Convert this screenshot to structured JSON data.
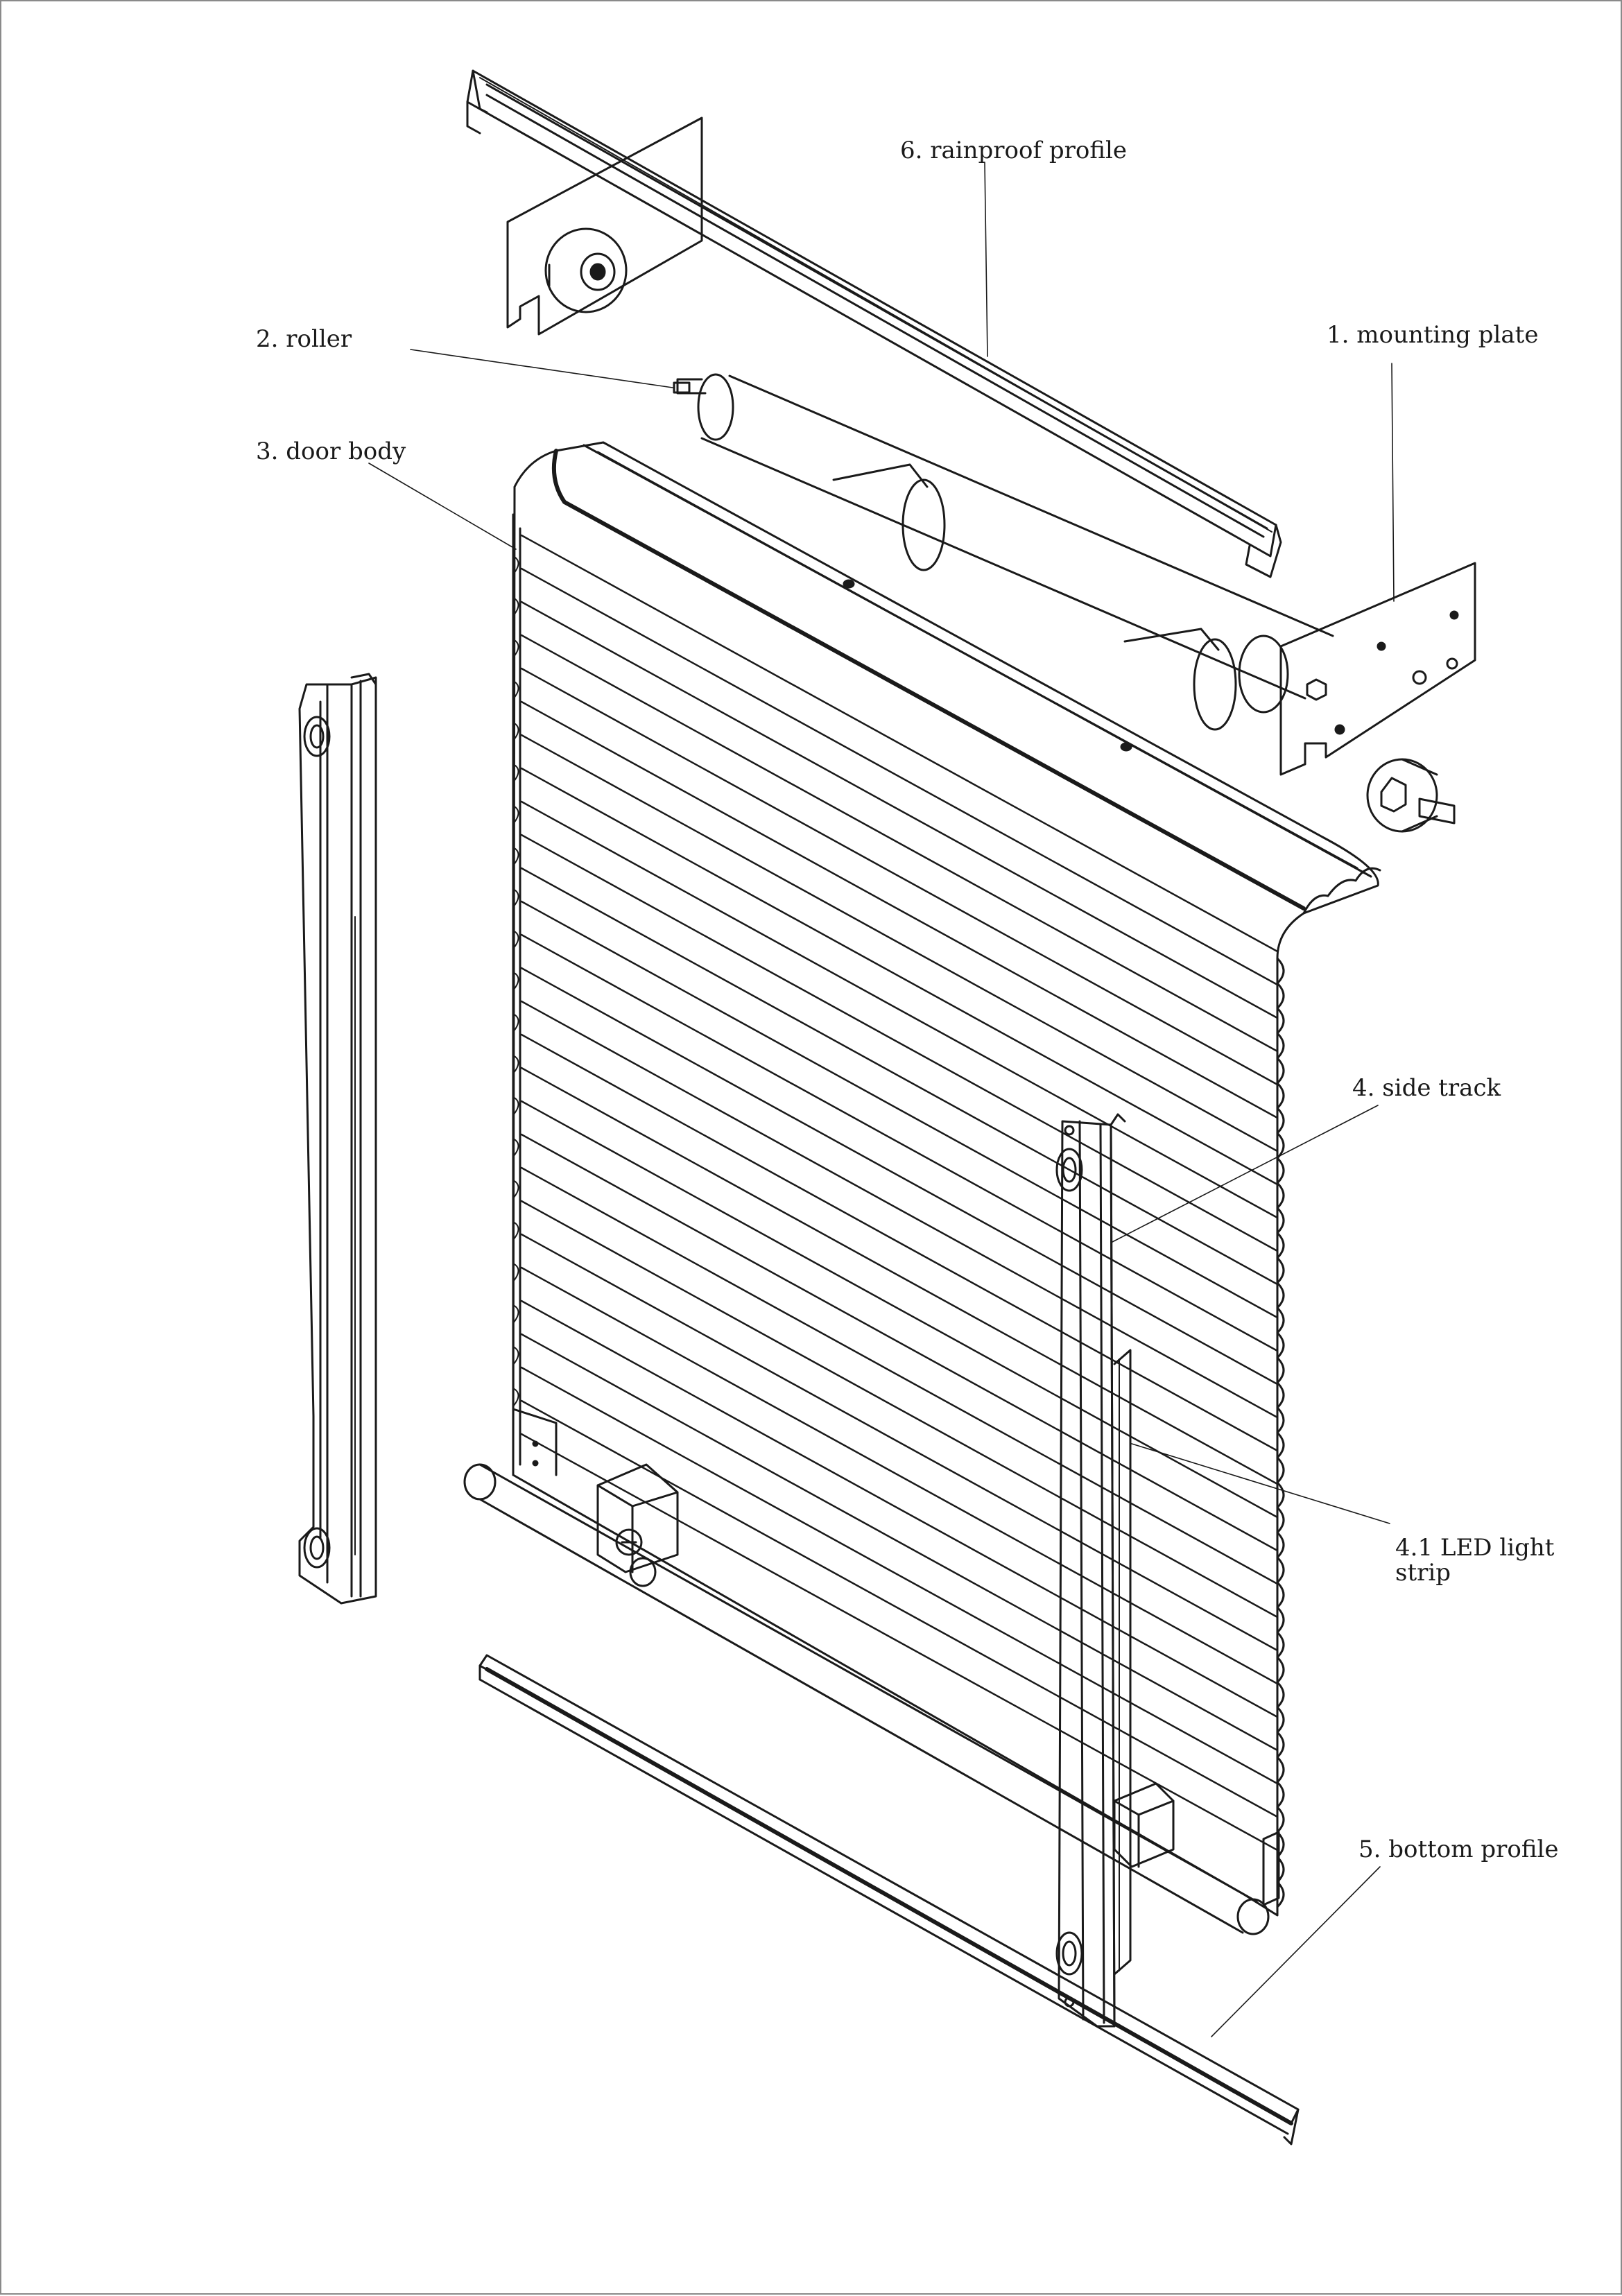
{
  "labels": {
    "rainproof_profile": "6. rainproof profile",
    "roller": "2. roller",
    "mounting_plate": "1.   mounting plate",
    "door_body": "3. door body",
    "side_track": "4. side track",
    "led_light_strip_line1": "4.1 LED light",
    "led_light_strip_line2": "strip",
    "bottom_profile": "5. bottom profile"
  }
}
